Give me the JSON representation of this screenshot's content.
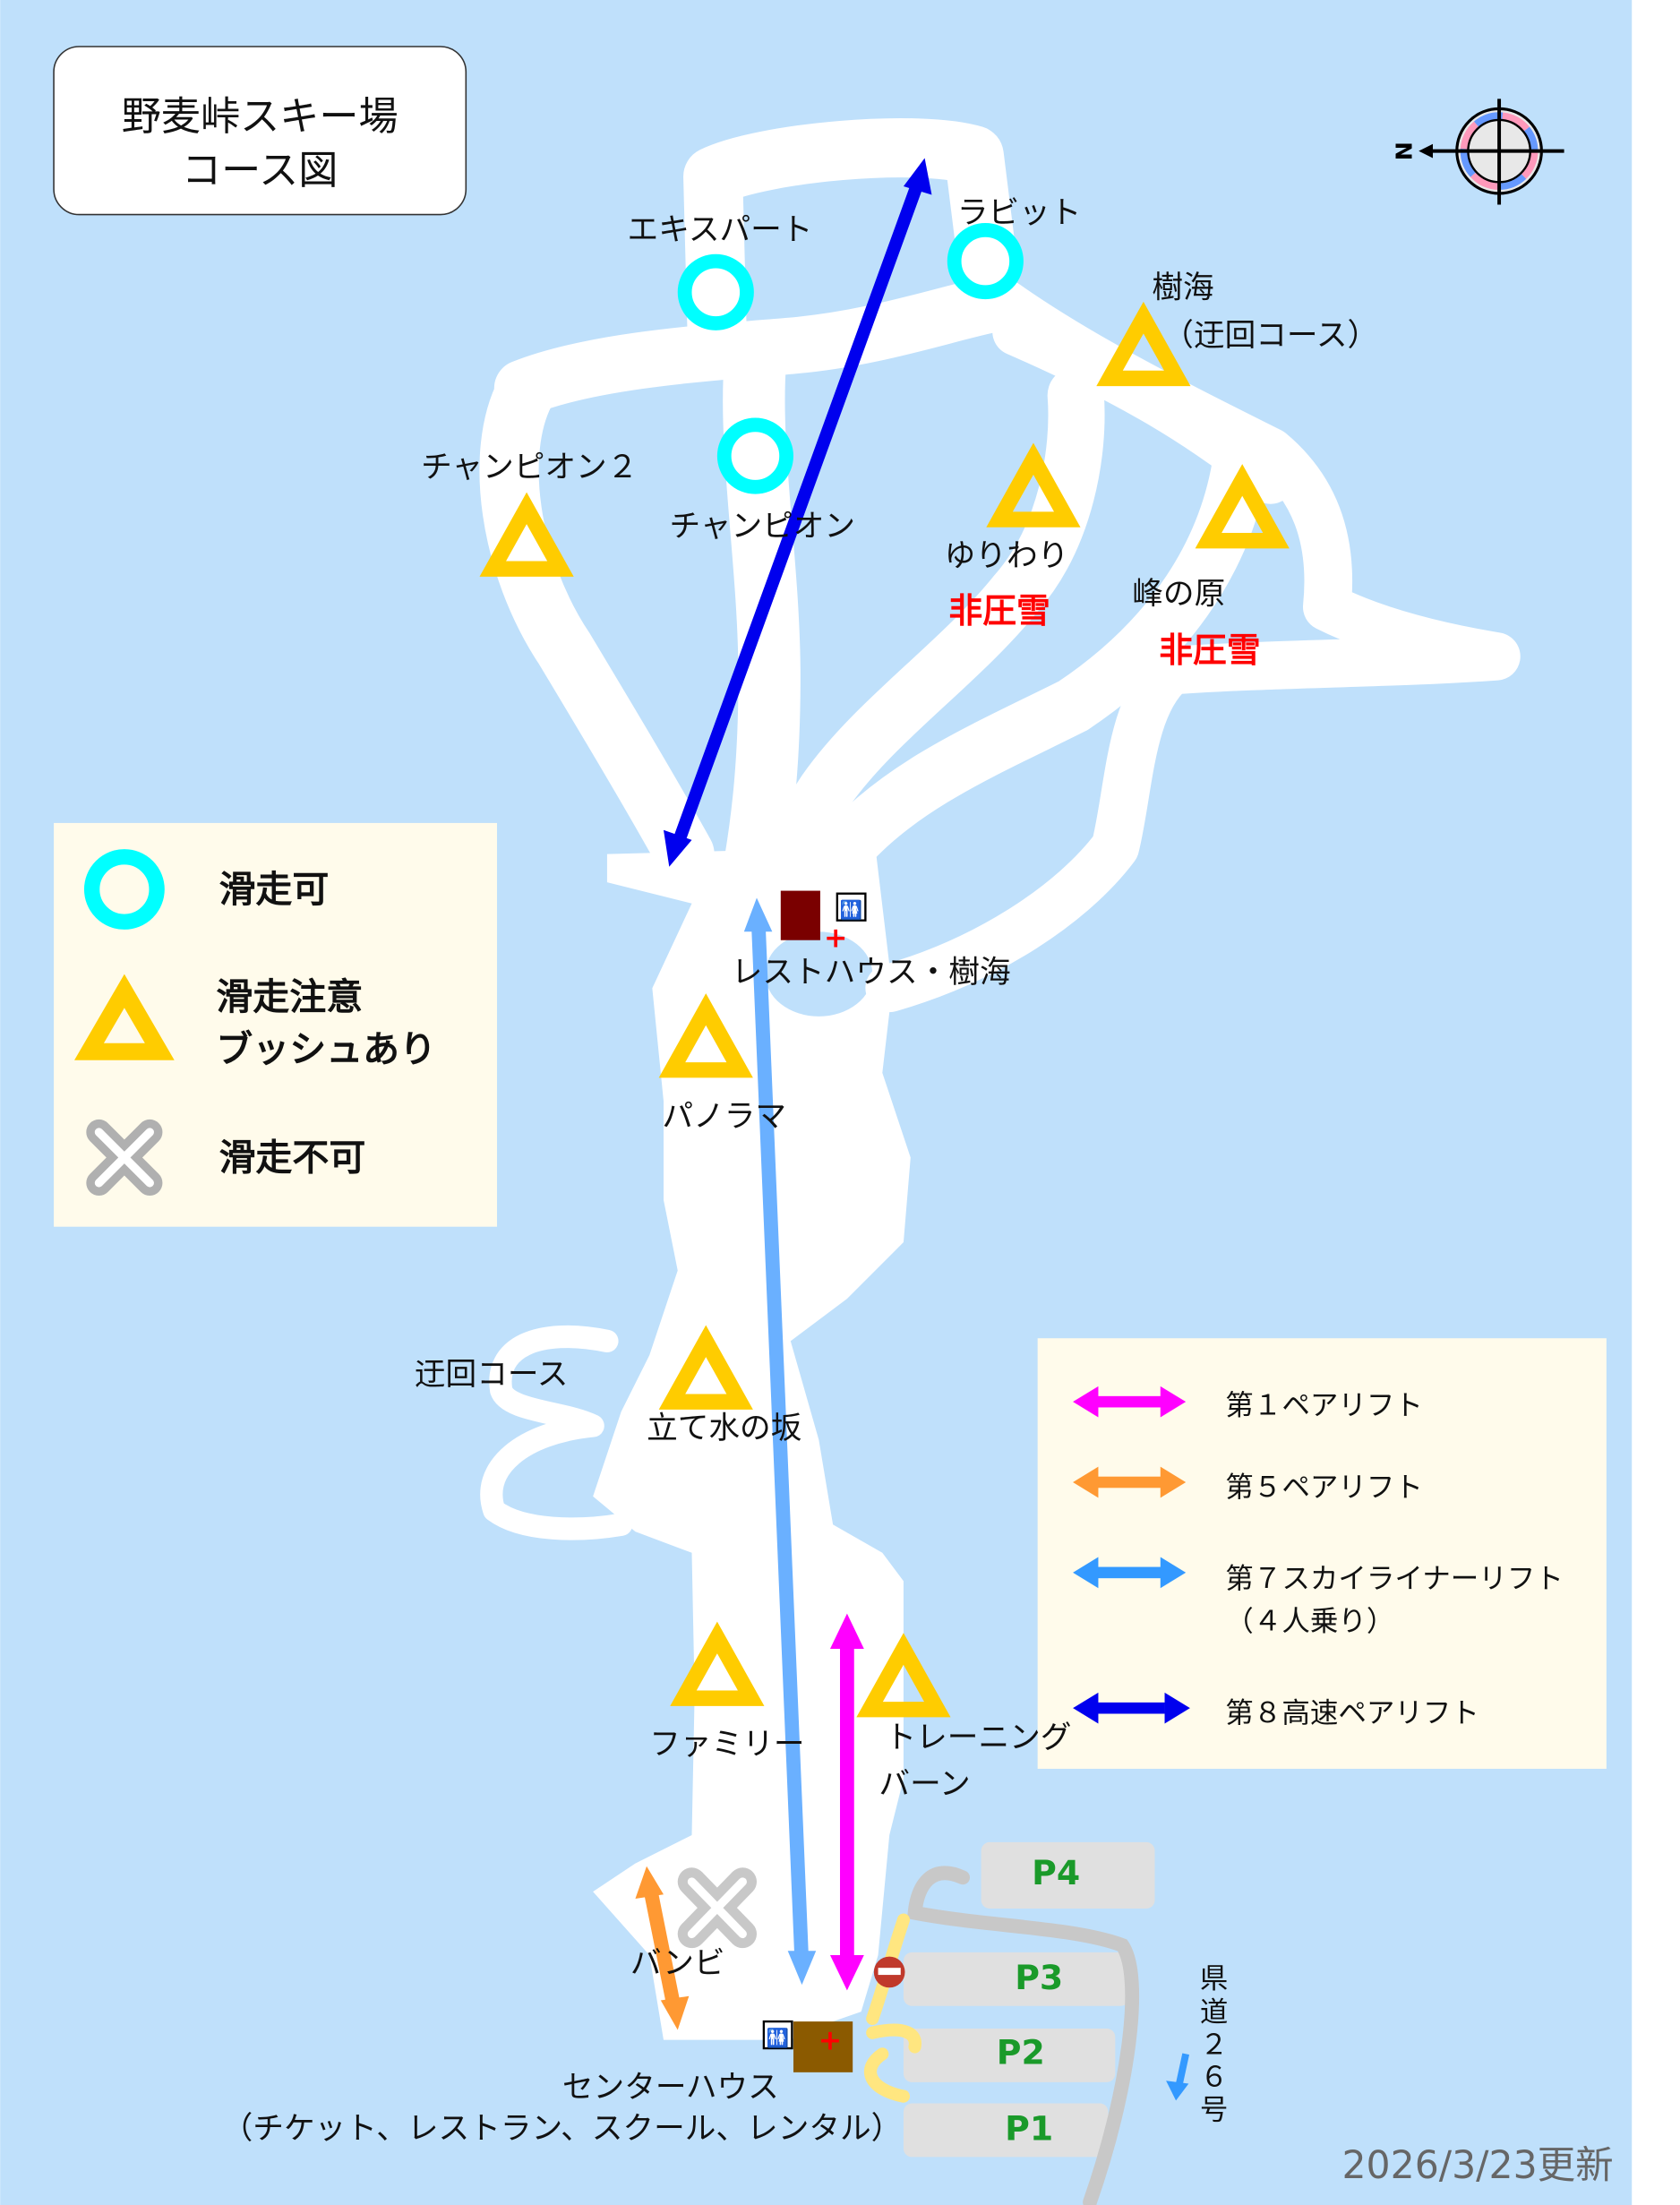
{
  "title": {
    "line1": "野麦峠スキー場",
    "line2": "コース図"
  },
  "compass": {
    "north_label": "N"
  },
  "courses": {
    "expert": "エキスパート",
    "rabbit": "ラビット",
    "jukai": "樹海",
    "jukai_sub": "（迂回コース）",
    "champion2": "チャンピオン２",
    "champion": "チャンピオン",
    "yuriwari": "ゆりわり",
    "yuriwari_note": "非圧雪",
    "minenohara": "峰の原",
    "minenohara_note": "非圧雪",
    "panorama": "パノラマ",
    "detour": "迂回コース",
    "tatemizu": "立て水の坂",
    "family": "ファミリー",
    "training1": "トレーニング",
    "training2": "バーン",
    "bambi": "バンビ"
  },
  "facilities": {
    "resthouse": "レストハウス・樹海",
    "centerhouse": "センターハウス",
    "centerhouse_sub": "（チケット、レストラン、スクール、レンタル）"
  },
  "status_legend": [
    {
      "icon": "circle-icon",
      "color": "#00ffff",
      "label": "滑走可"
    },
    {
      "icon": "triangle-icon",
      "color": "#ffcc00",
      "label": "滑走注意",
      "label2": "ブッシュあり"
    },
    {
      "icon": "cross-icon",
      "color": "#b0b0b0",
      "label": "滑走不可"
    }
  ],
  "lift_legend": [
    {
      "label": "第１ペアリフト",
      "color": "#ff00ff"
    },
    {
      "label": "第５ペアリフト",
      "color": "#ff9933"
    },
    {
      "label": "第７スカイライナーリフト",
      "label2": "（４人乗り）",
      "color": "#3399ff"
    },
    {
      "label": "第８高速ペアリフト",
      "color": "#0000ee"
    }
  ],
  "parking": [
    "P1",
    "P2",
    "P3",
    "P4"
  ],
  "road": {
    "chars": [
      "県",
      "道",
      "２",
      "６",
      "号"
    ]
  },
  "updated": "2026/3/23更新",
  "colors": {
    "background": "#bfe0fb",
    "snow": "#ffffff",
    "legend_bg": "#fffbeb",
    "parking": "#e0e0e0",
    "road": "#c8c8c8",
    "path": "#ffe680"
  }
}
